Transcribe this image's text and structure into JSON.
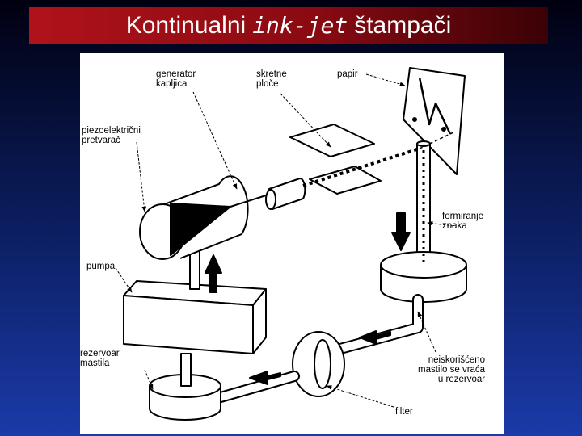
{
  "slide": {
    "title_part1": "Kontinualni",
    "title_part2": "ink-jet",
    "title_part3": "štampači"
  },
  "diagram": {
    "labels": {
      "generator": "generator\nkapljica",
      "deflection_plates": "skretne\nploče",
      "paper": "papir",
      "piezo": "piezoelektrični\npretvarač",
      "character_forming": "formiranje\nznaka",
      "pump": "pumpa",
      "reservoir": "rezervoar\nmastila",
      "unused_ink": "neiskorišćeno\nmastilo se vraća\nu rezervoar",
      "filter": "filter"
    },
    "icons": [
      "arrow-icon"
    ]
  }
}
